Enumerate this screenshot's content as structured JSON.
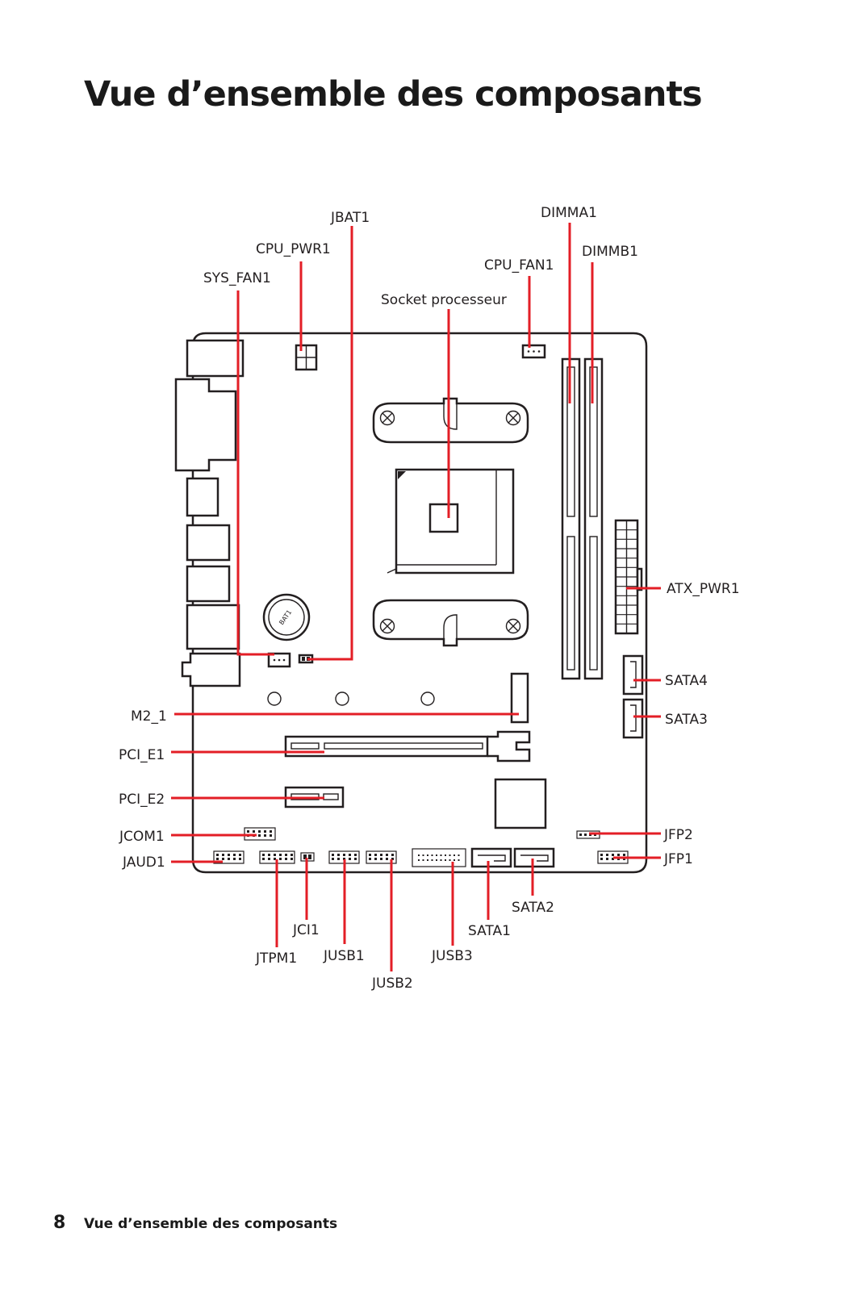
{
  "title": "Vue d’ensemble des composants",
  "footer": {
    "page_number": "8",
    "section": "Vue d’ensemble des composants"
  },
  "board": {
    "battery_marking": "BAT1"
  },
  "labels": {
    "jbat1": "JBAT1",
    "dimma1": "DIMMA1",
    "cpu_pwr1": "CPU_PWR1",
    "dimmb1": "DIMMB1",
    "cpu_fan1": "CPU_FAN1",
    "sys_fan1": "SYS_FAN1",
    "socket": "Socket processeur",
    "atx_pwr1": "ATX_PWR1",
    "sata4": "SATA4",
    "sata3": "SATA3",
    "m2_1": "M2_1",
    "pci_e1": "PCI_E1",
    "pci_e2": "PCI_E2",
    "jcom1": "JCOM1",
    "jfp2": "JFP2",
    "jaud1": "JAUD1",
    "jfp1": "JFP1",
    "sata2": "SATA2",
    "jci1": "JCI1",
    "sata1": "SATA1",
    "jtpm1": "JTPM1",
    "jusb1": "JUSB1",
    "jusb3": "JUSB3",
    "jusb2": "JUSB2"
  },
  "colors": {
    "leader_line": "#e31e26",
    "outline": "#231f20"
  }
}
